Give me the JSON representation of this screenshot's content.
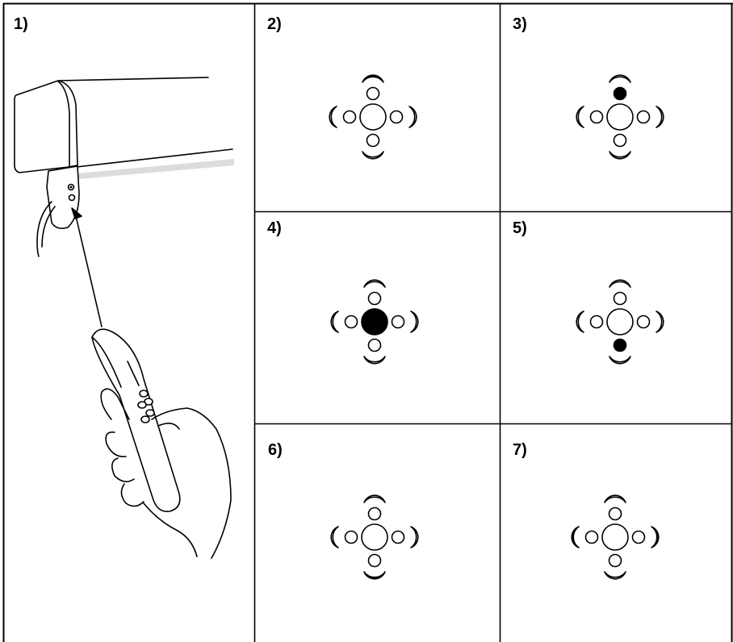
{
  "panels": [
    {
      "label": "1)",
      "kind": "illustration",
      "illustration": "hand-held-remote-aimed-at-receiver-on-awning-cassette"
    },
    {
      "label": "2)",
      "kind": "keypad",
      "highlight": "top-arc"
    },
    {
      "label": "3)",
      "kind": "keypad",
      "highlight": "top-small"
    },
    {
      "label": "4)",
      "kind": "keypad",
      "highlight": "center"
    },
    {
      "label": "5)",
      "kind": "keypad",
      "highlight": "bottom-small"
    },
    {
      "label": "6)",
      "kind": "keypad",
      "highlight": "bottom-arc"
    },
    {
      "label": "7)",
      "kind": "keypad",
      "highlight": "left-arc,right-arc"
    }
  ],
  "colors": {
    "line": "#000000",
    "fill_active": "#000000",
    "fill_idle": "#ffffff",
    "shadow": "#d9d9d9"
  }
}
